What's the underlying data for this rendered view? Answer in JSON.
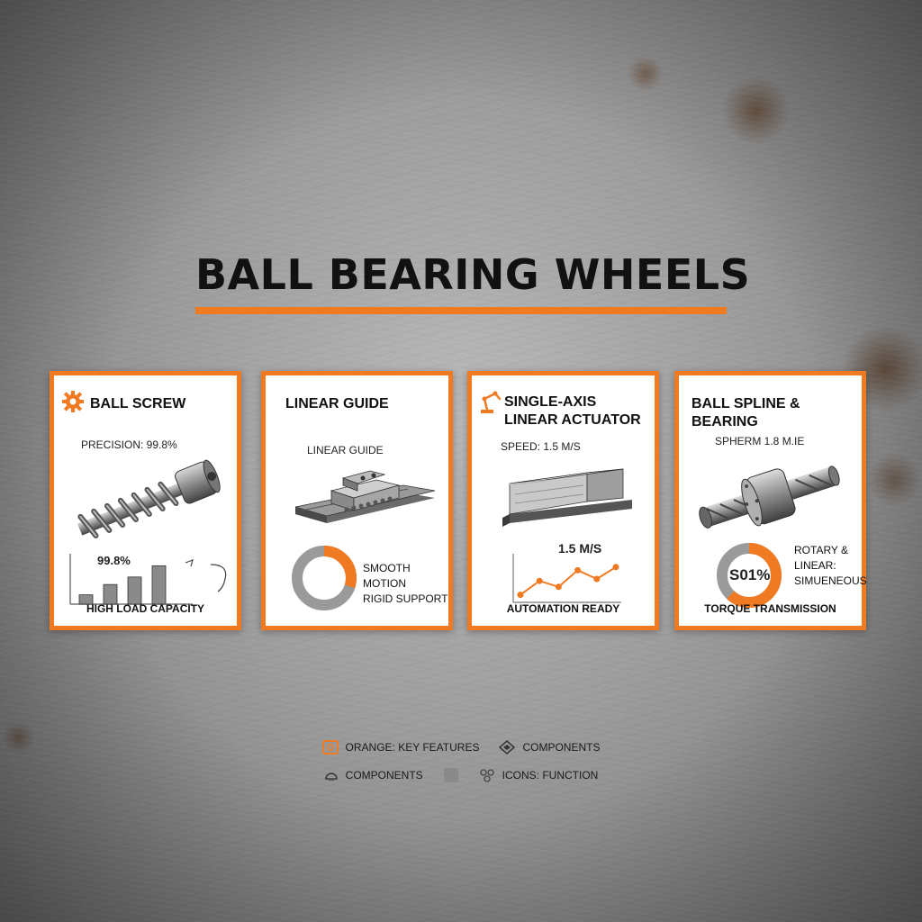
{
  "page": {
    "title": "BALL BEARING WHEELS",
    "accent_color": "#f07a22"
  },
  "cards": [
    {
      "title": "BALL SCREW",
      "icon": "gear-icon",
      "subtitle": "PRECISION: 99.8%",
      "chart_label": "99.8%",
      "bars": [
        0.2,
        0.42,
        0.58,
        0.82
      ],
      "footer": "HIGH LOAD CAPACITY"
    },
    {
      "title": "LINEAR GUIDE",
      "subtitle": "LINEAR GUIDE",
      "donut_fraction": 0.3,
      "notes": [
        "SMOOTH MOTION",
        "RIGID SUPPORT"
      ]
    },
    {
      "title_lines": [
        "SINGLE-AXIS",
        "LINEAR ACTUATOR"
      ],
      "icon": "robot-arm-icon",
      "subtitle": "SPEED: 1.5 M/S",
      "chart_label": "1.5 M/S",
      "line_values": [
        0.1,
        0.45,
        0.3,
        0.72,
        0.5,
        0.8
      ],
      "footer": "AUTOMATION READY"
    },
    {
      "title": "BALL SPLINE & BEARING",
      "subtitle": "SPHERM 1.8 M.IE",
      "donut_label": "S01%",
      "donut_fraction": 0.62,
      "notes": [
        "ROTARY &",
        "LINEAR:",
        "SIMUENEOUS"
      ],
      "footer": "TORQUE TRANSMISSION"
    }
  ],
  "legend": [
    {
      "icon": "orange-square-icon",
      "label": "ORANGE: KEY FEATURES"
    },
    {
      "icon": "diamond-icon",
      "label": "COMPONENTS"
    },
    {
      "icon": "helmet-icon",
      "label": "COMPONENTS"
    },
    {
      "icon": "gray-square-icon",
      "label": ""
    },
    {
      "icon": "cluster-icon",
      "label": "ICONS: FUNCTION"
    }
  ]
}
